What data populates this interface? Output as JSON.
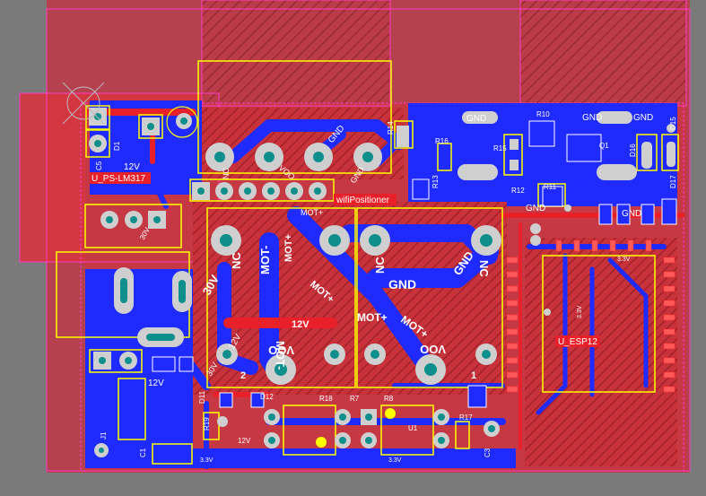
{
  "colors": {
    "background": "#7a7a7a",
    "courtyard_fill": "#b43c4c",
    "top_copper": "#e8202a",
    "bottom_copper": "#1f2aff",
    "silkscreen": "#ffff00",
    "pad": "#cfcfcf",
    "drill": "#0e8f8c",
    "keepout_outline": "#ff3cc8",
    "label_fill": "#e8202a",
    "label_text": "#ffffff"
  },
  "board": {
    "component_labels": {
      "ps_lm317": "U_PS-LM317",
      "wifi_positioner": "wifiPositioner",
      "esp12": "U_ESP12"
    },
    "relay_left": {
      "nc": "NC",
      "mot_minus_1": "MOT-",
      "mot_minus_2": "MOT-",
      "v30": "30V",
      "v12": "12V",
      "mot_plus_a": "MOT+",
      "mot_plus_b": "MOT+",
      "voo": "VOO",
      "ref": "2"
    },
    "relay_right": {
      "nc": "NC",
      "gnd": "GND",
      "gnd_center": "GND",
      "mot_plus_a": "MOT+",
      "mot_plus_b": "MOT+",
      "voo": "VOO",
      "ref": "1"
    },
    "net_labels": {
      "gnd_a": "GND",
      "gnd_b": "GND",
      "gnd_c": "GND",
      "gnd_d": "GND",
      "gnd_e": "GND",
      "gnd_f": "GND",
      "v12_a": "12V",
      "v12_b": "12V",
      "v12_c": "12V",
      "v12_d": "12V",
      "v33_a": "3.3V",
      "v33_b": "3.3V",
      "v33_c": "3.3V",
      "v33_d": "3.3V",
      "v30_a": "30V",
      "v30_b": "30V",
      "mot_plus_top": "MOT+",
      "nc_top": "NC",
      "voo_top": "VOO",
      "gnd_top": "GND"
    },
    "designators": {
      "d1": "D1",
      "c5": "C5",
      "r16": "R16",
      "r12": "R12",
      "r11": "R11",
      "r13": "R13",
      "r14": "R14",
      "r10": "R10",
      "r15": "R15",
      "d11": "D11",
      "d12": "D12",
      "d16": "D16",
      "d15": "D15",
      "d17": "D17",
      "q1": "Q1",
      "j1": "J1",
      "c1": "C1",
      "c3": "C3",
      "r8": "R8",
      "r7": "R7",
      "r18": "R18",
      "r19": "R19",
      "u1": "U1",
      "r17": "R17"
    }
  }
}
